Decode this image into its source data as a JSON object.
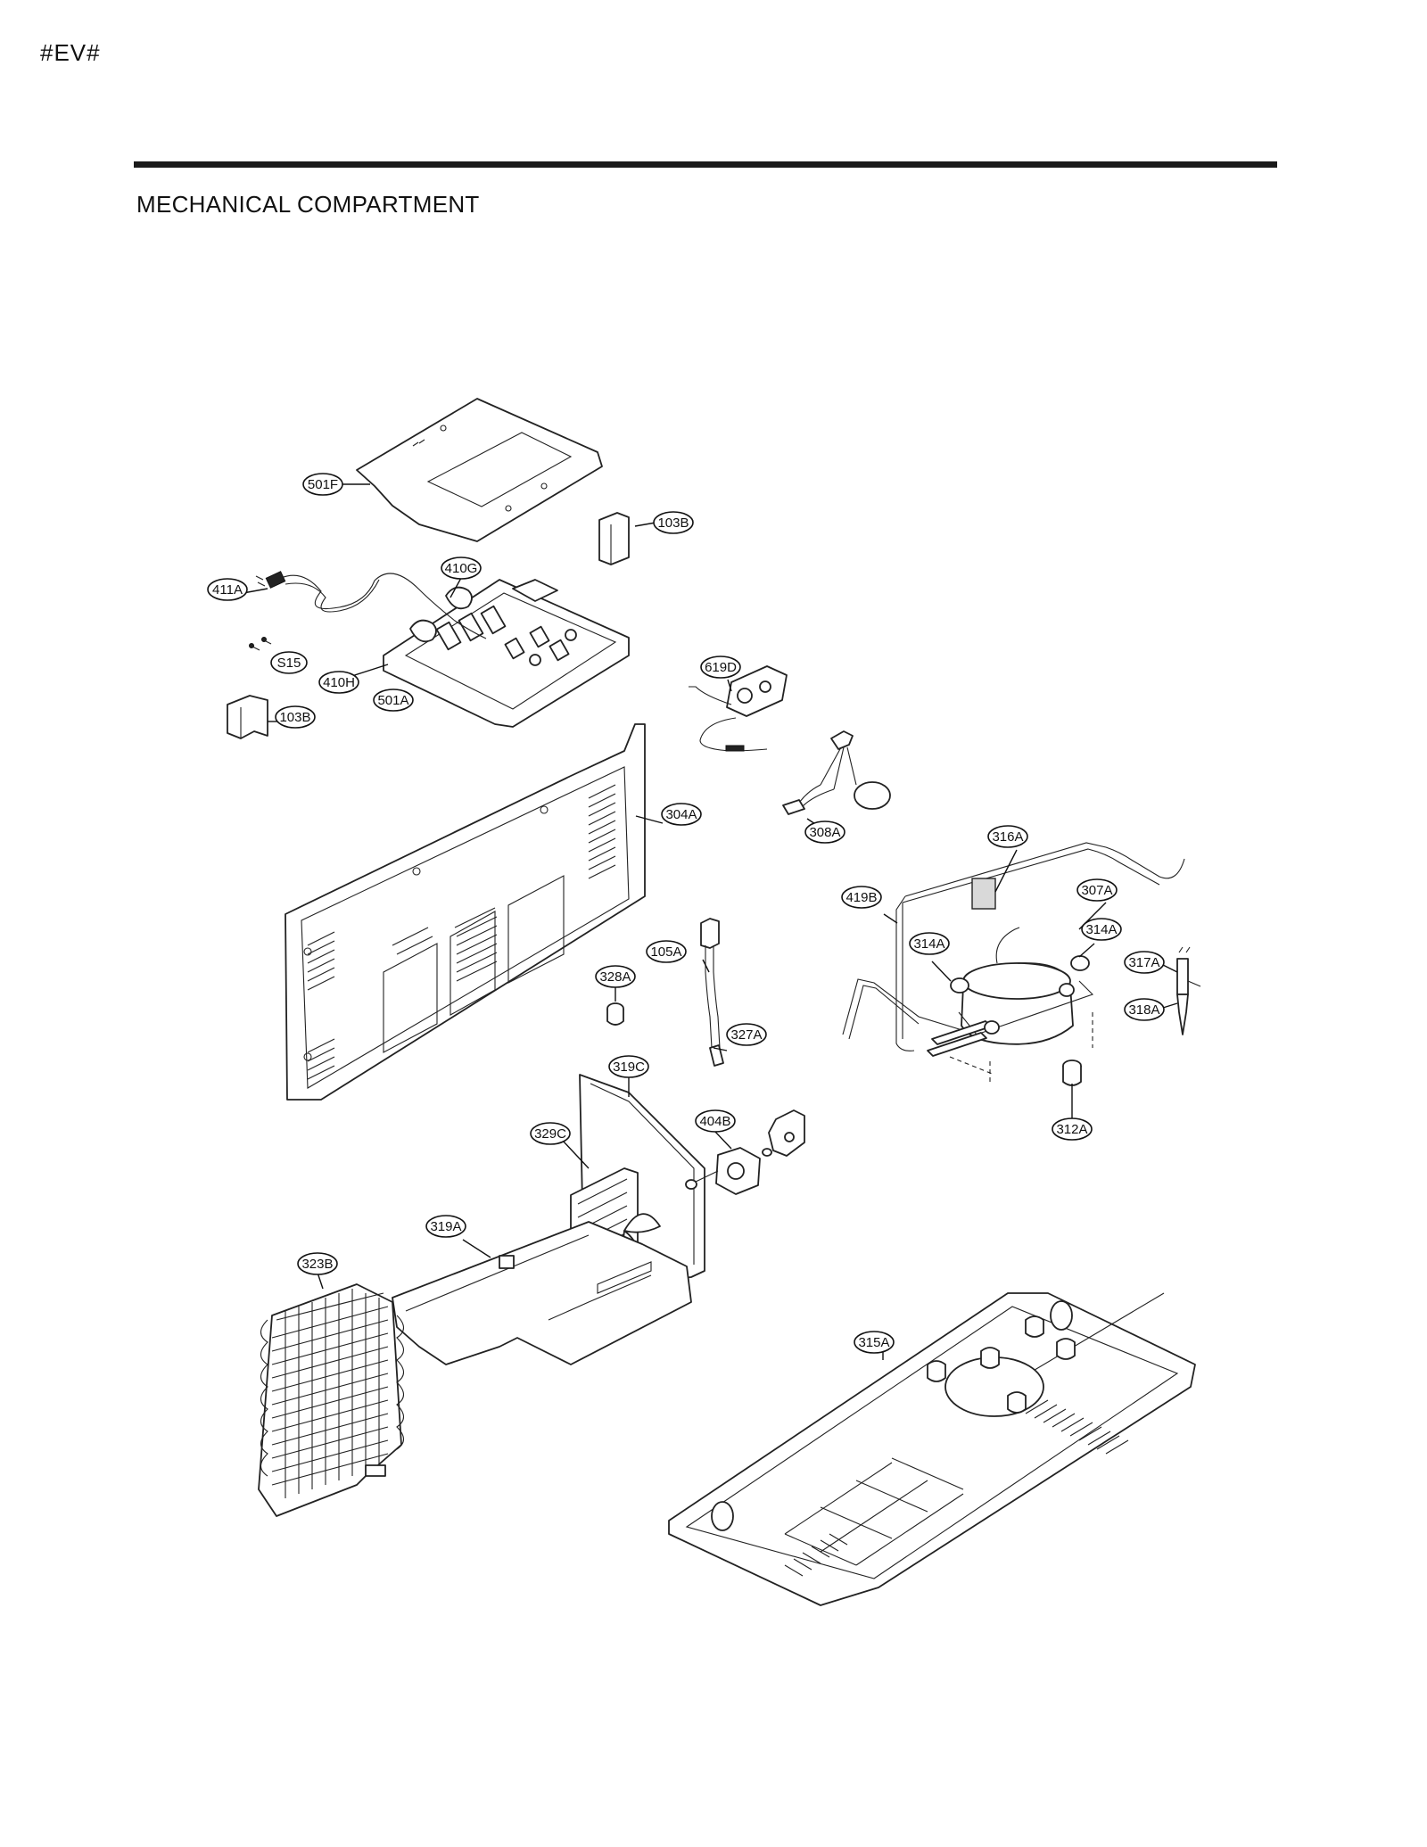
{
  "page_tag": "#EV#",
  "section_title": "MECHANICAL COMPARTMENT",
  "parts": {
    "p501F": "501F",
    "p103B_top": "103B",
    "p410G": "410G",
    "p411A": "411A",
    "pS15": "S15",
    "p410H": "410H",
    "p501A": "501A",
    "p103B_bottom": "103B",
    "p619D": "619D",
    "p304A": "304A",
    "p308A": "308A",
    "p316A": "316A",
    "p419B": "419B",
    "p307A": "307A",
    "p314A_left": "314A",
    "p314A_right": "314A",
    "p317A": "317A",
    "p318A": "318A",
    "p105A": "105A",
    "p328A": "328A",
    "p327A": "327A",
    "p312A": "312A",
    "p319C": "319C",
    "p404B": "404B",
    "p329C": "329C",
    "p319A": "319A",
    "p323B": "323B",
    "p315A": "315A"
  }
}
